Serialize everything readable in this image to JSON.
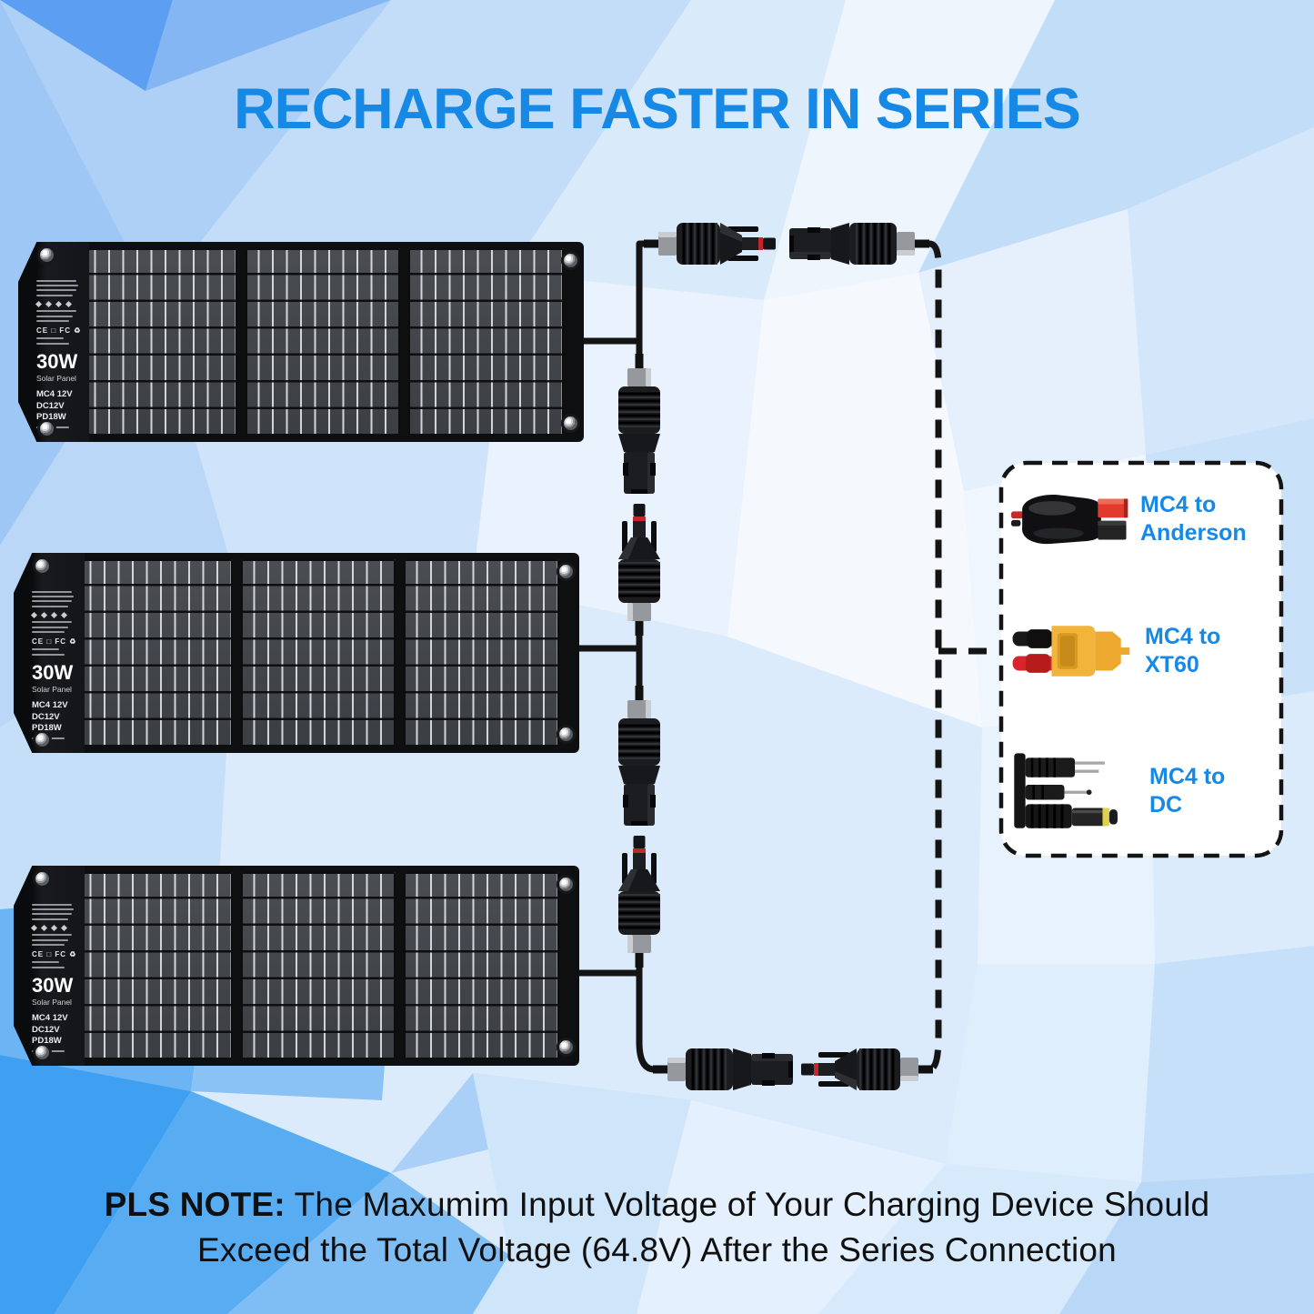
{
  "title": "RECHARGE FASTER IN SERIES",
  "panels": [
    {
      "wattage": "30W",
      "type_label": "Solar Panel",
      "spec1": "MC4 12V",
      "spec2": "DC12V",
      "spec3": "PD18W",
      "cert_marks": "CE □ FC ♻"
    },
    {
      "wattage": "30W",
      "type_label": "Solar Panel",
      "spec1": "MC4 12V",
      "spec2": "DC12V",
      "spec3": "PD18W",
      "cert_marks": "CE □ FC ♻"
    },
    {
      "wattage": "30W",
      "type_label": "Solar Panel",
      "spec1": "MC4 12V",
      "spec2": "DC12V",
      "spec3": "PD18W",
      "cert_marks": "CE □ FC ♻"
    }
  ],
  "adapters": [
    {
      "line1": "MC4 to",
      "line2": "Anderson"
    },
    {
      "line1": "MC4 to",
      "line2": "XT60"
    },
    {
      "line1": "MC4 to",
      "line2": "DC"
    }
  ],
  "note": {
    "prefix": "PLS NOTE:",
    "body1": "The Maxumim Input Voltage of Your Charging Device Should",
    "body2": "Exceed the Total Voltage (64.8V) After the Series Connection"
  },
  "colors": {
    "accent_blue": "#1689e6",
    "wire_black": "#141414",
    "xt60_yellow": "#f3b43c",
    "anderson_red": "#e23b2e"
  }
}
